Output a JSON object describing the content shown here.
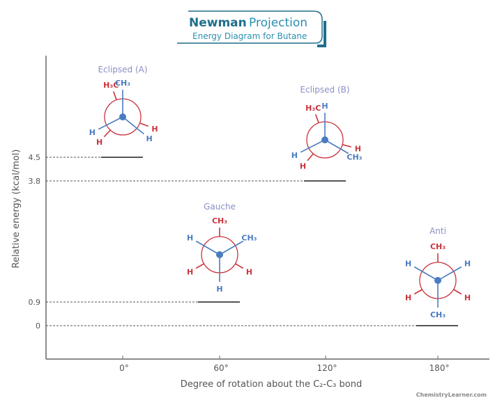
{
  "header": {
    "title_bold": "Newman",
    "title_light": "Projection",
    "subtitle": "Energy Diagram for Butane"
  },
  "axes": {
    "ylabel": "Relative energy (kcal/mol)",
    "xlabel": "Degree of rotation about the C₂-C₃ bond",
    "yticks": [
      "4.5",
      "3.8",
      "0.9",
      "0"
    ],
    "xticks": [
      "0°",
      "60°",
      "120°",
      "180°"
    ]
  },
  "chart_data": {
    "type": "energy-diagram",
    "x": [
      0,
      60,
      120,
      180
    ],
    "energies": [
      4.5,
      0.9,
      3.8,
      0
    ],
    "xunit": "degrees",
    "yunit": "kcal/mol"
  },
  "conformers": [
    {
      "name": "Eclipsed (A)",
      "angle": "0°",
      "energy": 4.5,
      "front": [
        "CH₃",
        "H",
        "H"
      ],
      "back": [
        "H₃C",
        "H",
        "H"
      ]
    },
    {
      "name": "Gauche",
      "angle": "60°",
      "energy": 0.9,
      "front": [
        "H",
        "CH₃",
        "H"
      ],
      "back": [
        "CH₃",
        "H",
        "H"
      ]
    },
    {
      "name": "Eclipsed (B)",
      "angle": "120°",
      "energy": 3.8,
      "front": [
        "H",
        "H",
        "CH₃"
      ],
      "back": [
        "H₃C",
        "H",
        "H"
      ]
    },
    {
      "name": "Anti",
      "angle": "180°",
      "energy": 0,
      "front": [
        "H",
        "H",
        "CH₃"
      ],
      "back": [
        "CH₃",
        "H",
        "H"
      ]
    }
  ],
  "watermark": "ChemistryLearner.com",
  "colors": {
    "front": "#4a7cc0",
    "back": "#c9343d",
    "title": "#1f6f8b",
    "label": "#8a8fc4",
    "axis": "#555555"
  }
}
